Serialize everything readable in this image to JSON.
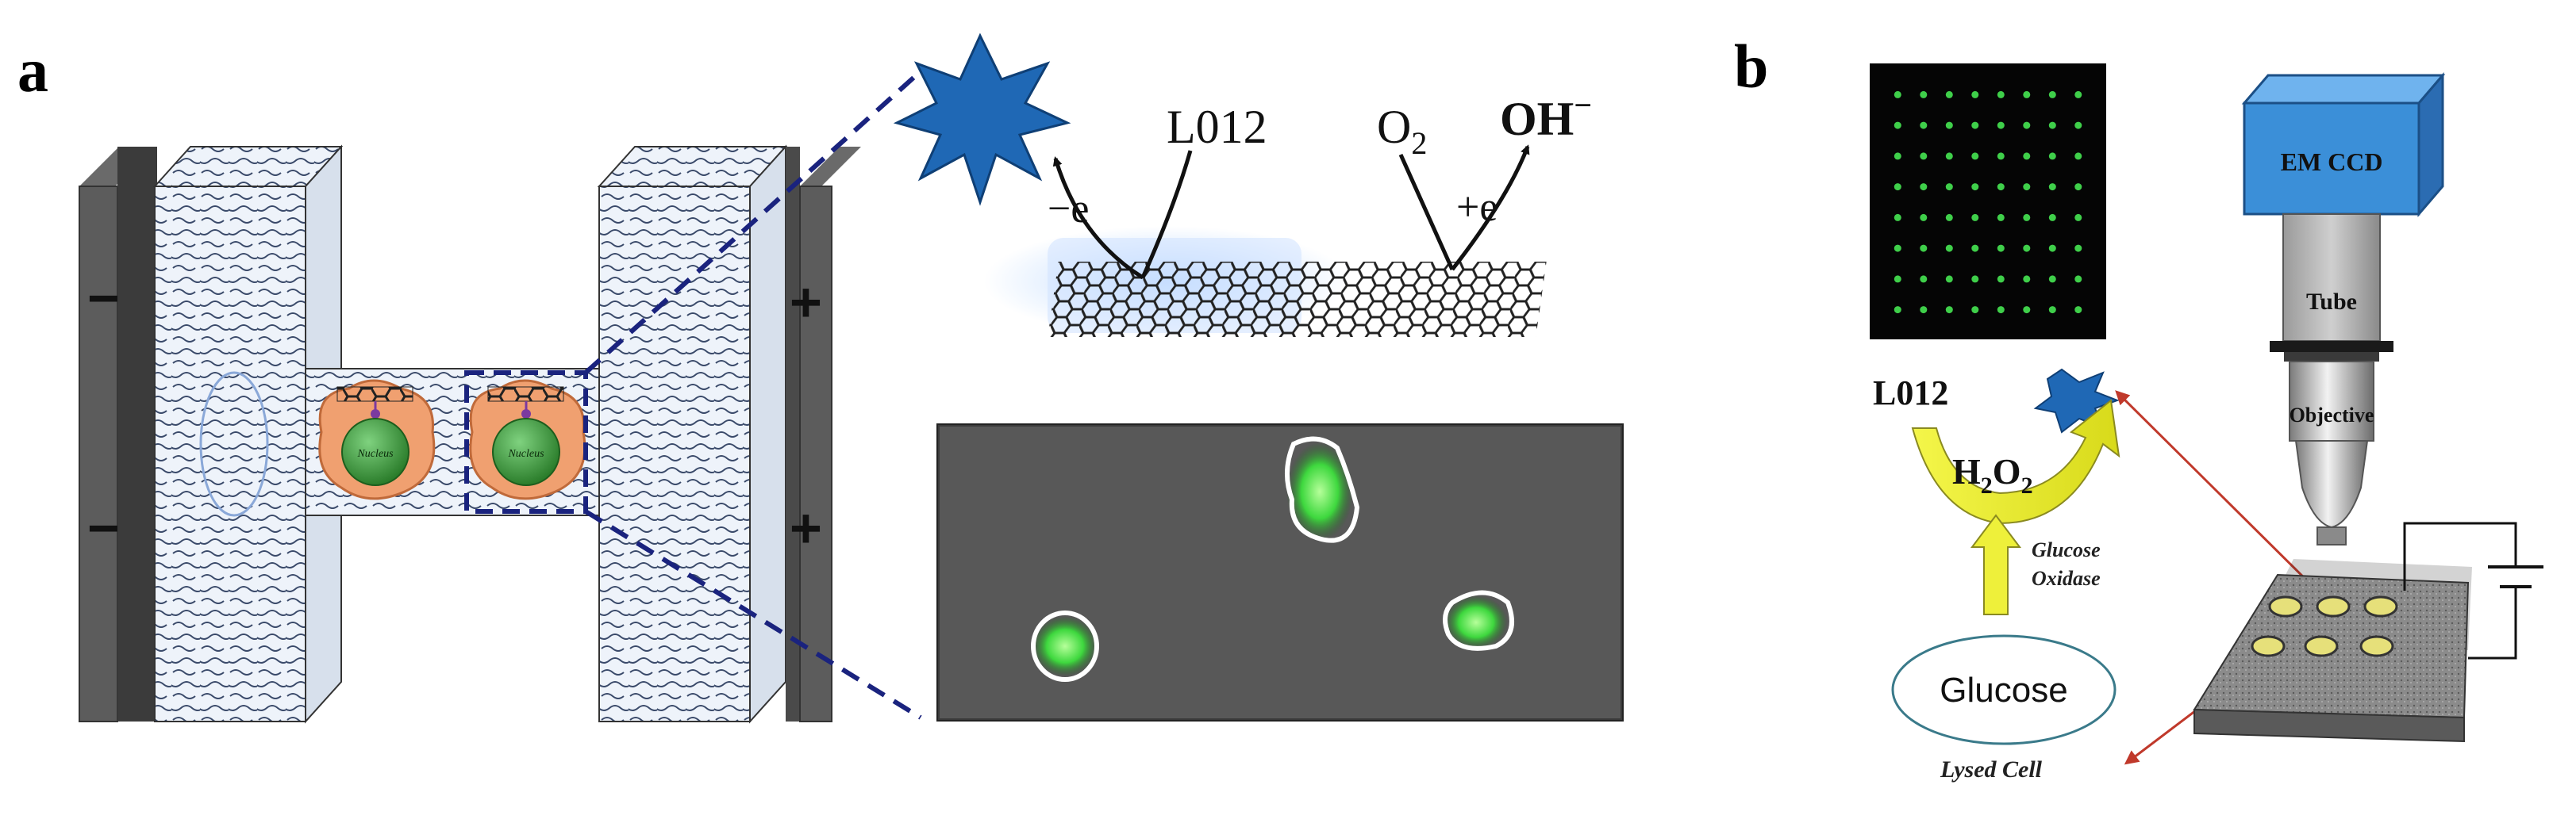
{
  "panel_a": {
    "letter": "a",
    "left_electrode_signs": [
      "−",
      "−"
    ],
    "right_electrode_signs": [
      "+",
      "+"
    ],
    "cell_labels": [
      "Nucleus",
      "Nucleus"
    ],
    "reaction": {
      "oxidation_label": "−e",
      "reductant": "L012",
      "oxidant_base": "O",
      "oxidant_sub": "2",
      "product_base": "OH",
      "product_sup": "−",
      "reduction_label": "+e"
    },
    "micrograph": {
      "cells": 3
    }
  },
  "panel_b": {
    "letter": "b",
    "pathway": {
      "substrate": "L012",
      "intermediate_base": "H",
      "intermediate_sub1": "2",
      "intermediate_mid": "O",
      "intermediate_sub2": "2",
      "enzyme_line1": "Glucose",
      "enzyme_line2": "Oxidase",
      "source": "Glucose",
      "origin": "Lysed Cell"
    },
    "instrument": {
      "camera": "EM CCD",
      "tube": "Tube",
      "objective": "Objective"
    },
    "array": {
      "rows": 8,
      "cols": 8
    }
  },
  "colors": {
    "star_blue": "#1f68b5",
    "cell_orange": "#f0a070",
    "nucleus_green": "#3aa83a",
    "arrow_yellow": "#eef03a",
    "navy": "#1a237e",
    "camera_blue": "#3b8fd8"
  }
}
